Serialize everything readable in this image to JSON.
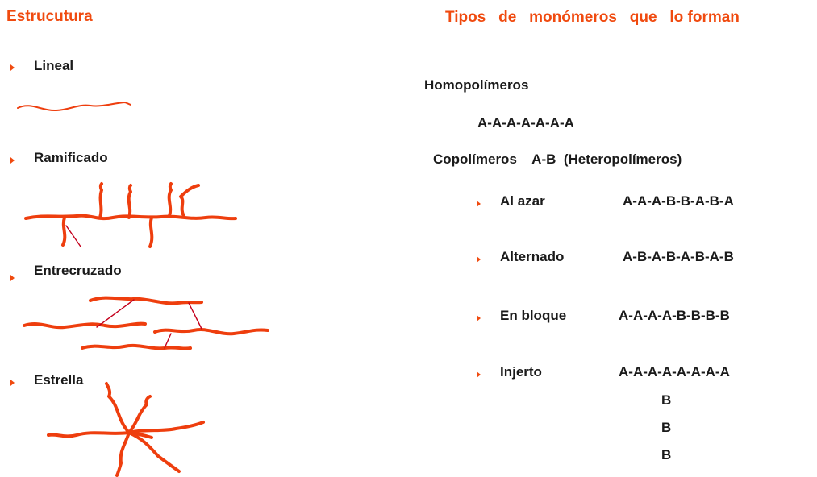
{
  "left": {
    "heading": "Estrucutura",
    "items": [
      {
        "label": "Lineal"
      },
      {
        "label": "Ramificado"
      },
      {
        "label": "Entrecruzado"
      },
      {
        "label": "Estrella"
      }
    ]
  },
  "right": {
    "heading": "Tipos   de   monómeros   que   lo forman",
    "homo_label": "Homopolímeros",
    "homo_seq": "A-A-A-A-A-A-A",
    "copo_label": "Copolímeros    A-B  (Heteropolímeros)",
    "copo_items": [
      {
        "label": "Al azar",
        "seq": "A-A-A-B-B-A-B-A"
      },
      {
        "label": "Alternado",
        "seq": "A-B-A-B-A-B-A-B"
      },
      {
        "label": "En bloque",
        "seq": "A-A-A-A-B-B-B-B"
      },
      {
        "label": "Injerto",
        "seq": "A-A-A-A-A-A-A-A"
      }
    ],
    "graft_branch": [
      "B",
      "B",
      "B"
    ]
  },
  "colors": {
    "accent": "#f04a0f",
    "chain": "#ee3e0e",
    "crosslink": "#c4001c"
  }
}
